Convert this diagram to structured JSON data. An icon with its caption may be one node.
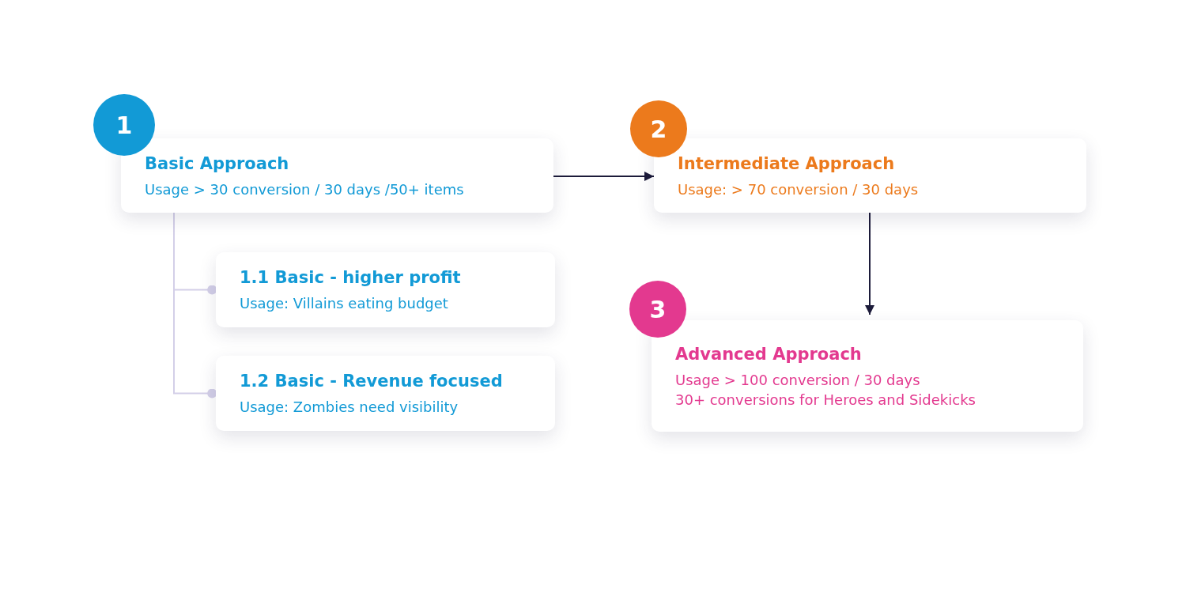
{
  "diagram": {
    "nodes": [
      {
        "text": [
          "1"
        ]
      },
      {
        "text": [
          "Basic Approach",
          "Usage > 30 conversion / 30 days /50+ items"
        ]
      },
      {
        "text": [
          "2"
        ]
      },
      {
        "text": [
          "Intermediate Approach",
          "Usage: > 70 conversion / 30 days"
        ]
      },
      {
        "text": [
          "1.1 Basic - higher profit",
          "Usage: Villains eating budget"
        ]
      },
      {
        "text": [
          "1.2 Basic - Revenue focused",
          "Usage: Zombies need visibility"
        ]
      },
      {
        "text": [
          "3"
        ]
      },
      {
        "text": [
          "Advanced Approach",
          "Usage > 100 conversion / 30 days",
          "30+ conversions for Heroes and Sidekicks"
        ]
      }
    ],
    "edges": [
      {
        "from": 1,
        "to": 3,
        "arrow": "to"
      },
      {
        "from": 3,
        "to": 7,
        "arrow": "to"
      },
      {
        "from": 1,
        "to": 4,
        "arrow": "other",
        "color": "#d3cfe8"
      },
      {
        "from": 1,
        "to": 5,
        "arrow": "other",
        "color": "#d3cfe8"
      }
    ]
  }
}
